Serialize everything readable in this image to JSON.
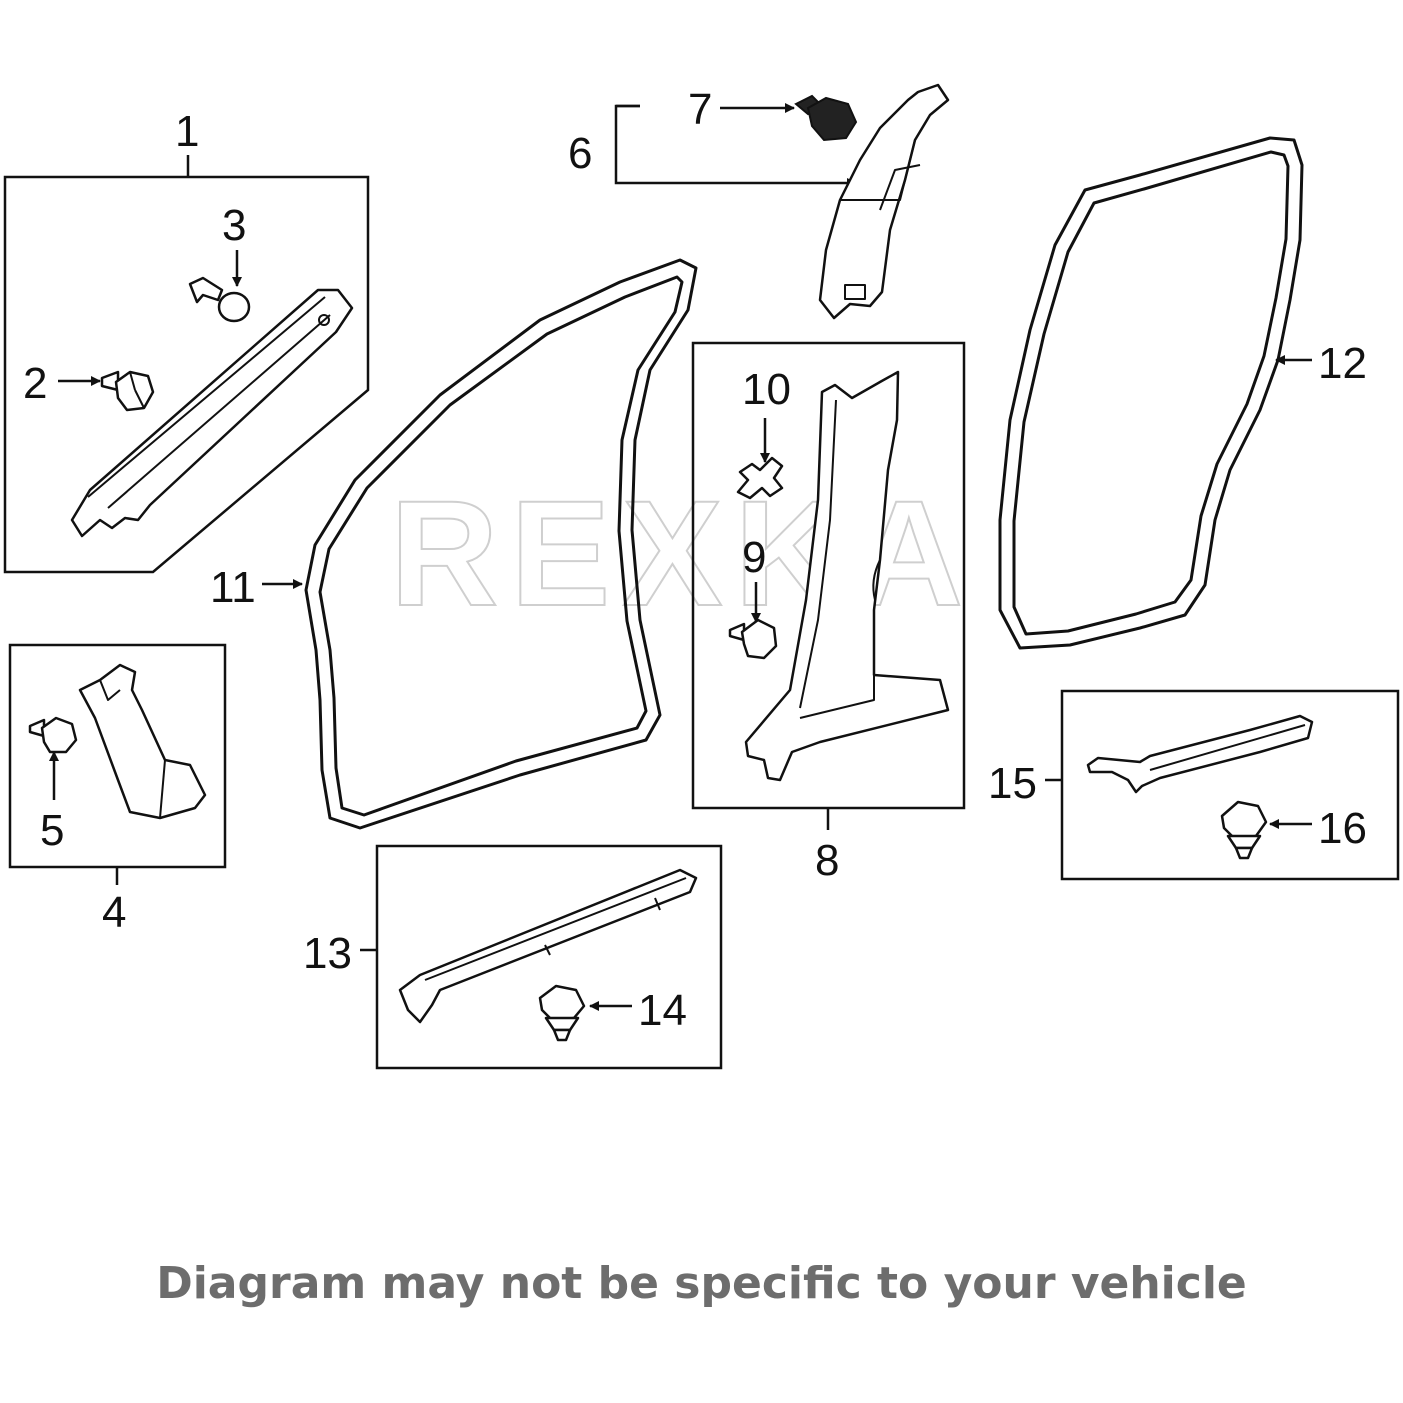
{
  "watermark": "REXKA",
  "callouts": {
    "c1": "1",
    "c2": "2",
    "c3": "3",
    "c4": "4",
    "c5": "5",
    "c6": "6",
    "c7": "7",
    "c8": "8",
    "c9": "9",
    "c10": "10",
    "c11": "11",
    "c12": "12",
    "c13": "13",
    "c14": "14",
    "c15": "15",
    "c16": "16"
  },
  "footer": "Diagram may not be specific to your vehicle"
}
